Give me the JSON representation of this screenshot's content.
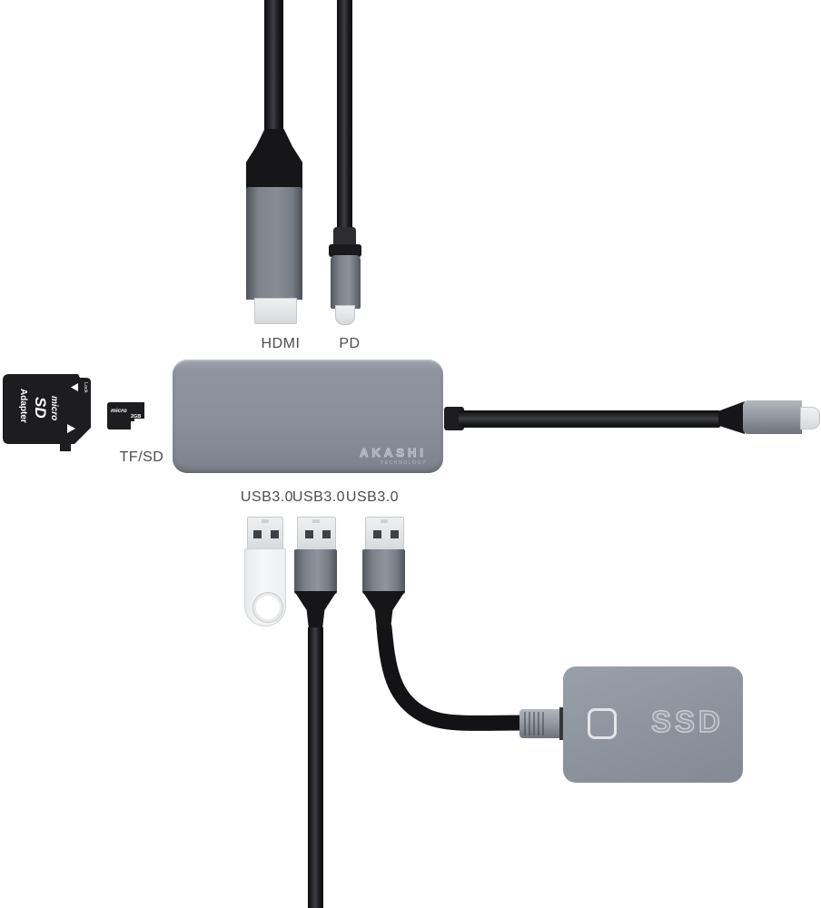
{
  "connector_labels": {
    "hdmi": "HDMI",
    "pd": "PD",
    "tf_sd": "TF/SD",
    "usb_ports": [
      "USB3.0",
      "USB3.0",
      "USB3.0"
    ]
  },
  "hub": {
    "brand": "AKASHI",
    "brand_sub": "TECHNOLOGY"
  },
  "sd_adapter": {
    "logo_top": "micro",
    "logo_main": "SD",
    "side_text": "Adapter",
    "lock_text": "Lock"
  },
  "micro_sd_card": {
    "logo": "micro",
    "capacity": "2GB"
  },
  "ssd": {
    "label": "SSD"
  },
  "colors": {
    "hub_gray": "#8a8f9a",
    "ssd_gray": "#8f949e",
    "cable_black": "#141416",
    "connector_metal": "#81868e",
    "plug_silver": "#e4e5e7",
    "label_text": "#4c4c50"
  }
}
